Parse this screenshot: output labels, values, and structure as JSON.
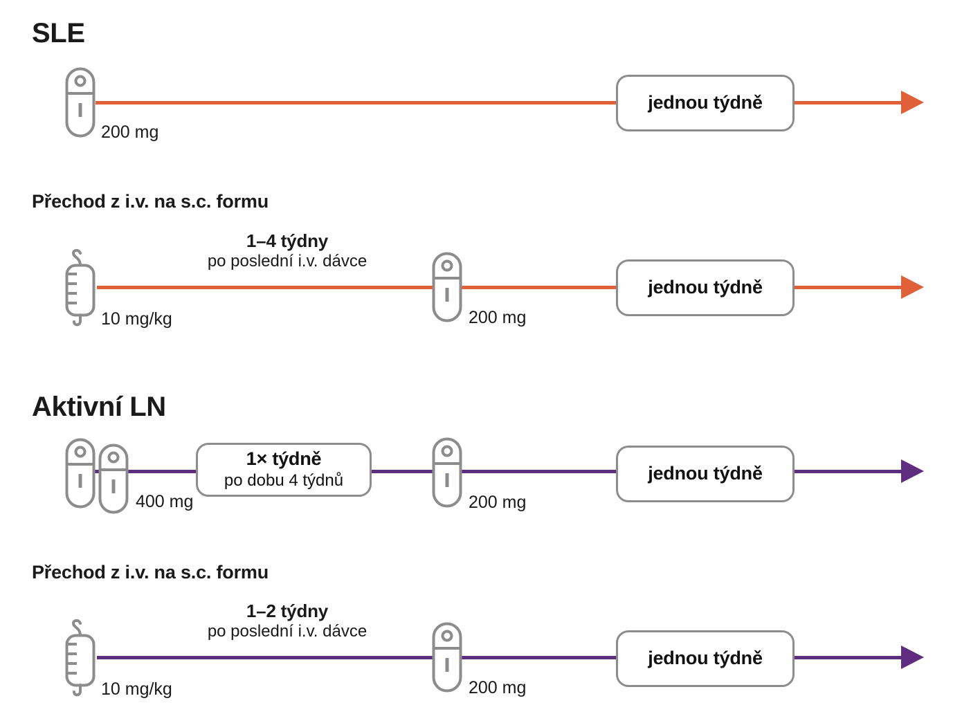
{
  "colors": {
    "sle_line": "#E0603A",
    "ln_line": "#5F2D80",
    "icon_stroke": "#8C8C8C",
    "box_border": "#8C8C8C",
    "text": "#1A1A1A"
  },
  "sections": [
    {
      "id": "sle",
      "title": "SLE",
      "accent": "#E0603A",
      "rows": [
        {
          "id": "sle-sc",
          "subtitle": null,
          "devices": [
            {
              "type": "pen-icon",
              "dose": "200 mg"
            }
          ],
          "interval": null,
          "boxes": [
            {
              "line1": "jednou týdně",
              "line2": null
            }
          ]
        },
        {
          "id": "sle-iv-to-sc",
          "subtitle": "Přechod z i.v. na s.c. formu",
          "devices": [
            {
              "type": "iv-bag-icon",
              "dose": "10 mg/kg"
            },
            {
              "type": "pen-icon",
              "dose": "200 mg"
            }
          ],
          "interval": {
            "big": "1–4 týdny",
            "small": "po poslední i.v. dávce"
          },
          "boxes": [
            {
              "line1": "jednou týdně",
              "line2": null
            }
          ]
        }
      ]
    },
    {
      "id": "aktivni-ln",
      "title": "Aktivní LN",
      "accent": "#5F2D80",
      "rows": [
        {
          "id": "ln-sc",
          "subtitle": null,
          "devices": [
            {
              "type": "pen-icon-double",
              "dose": "400 mg"
            },
            {
              "type": "pen-icon",
              "dose": "200 mg"
            }
          ],
          "interval": null,
          "boxes": [
            {
              "line1": "1× týdně",
              "line2": "po dobu 4 týdnů"
            },
            {
              "line1": "jednou týdně",
              "line2": null
            }
          ]
        },
        {
          "id": "ln-iv-to-sc",
          "subtitle": "Přechod z i.v. na s.c. formu",
          "devices": [
            {
              "type": "iv-bag-icon",
              "dose": "10 mg/kg"
            },
            {
              "type": "pen-icon",
              "dose": "200 mg"
            }
          ],
          "interval": {
            "big": "1–2 týdny",
            "small": "po poslední i.v. dávce"
          },
          "boxes": [
            {
              "line1": "jednou týdně",
              "line2": null
            }
          ]
        }
      ]
    }
  ]
}
